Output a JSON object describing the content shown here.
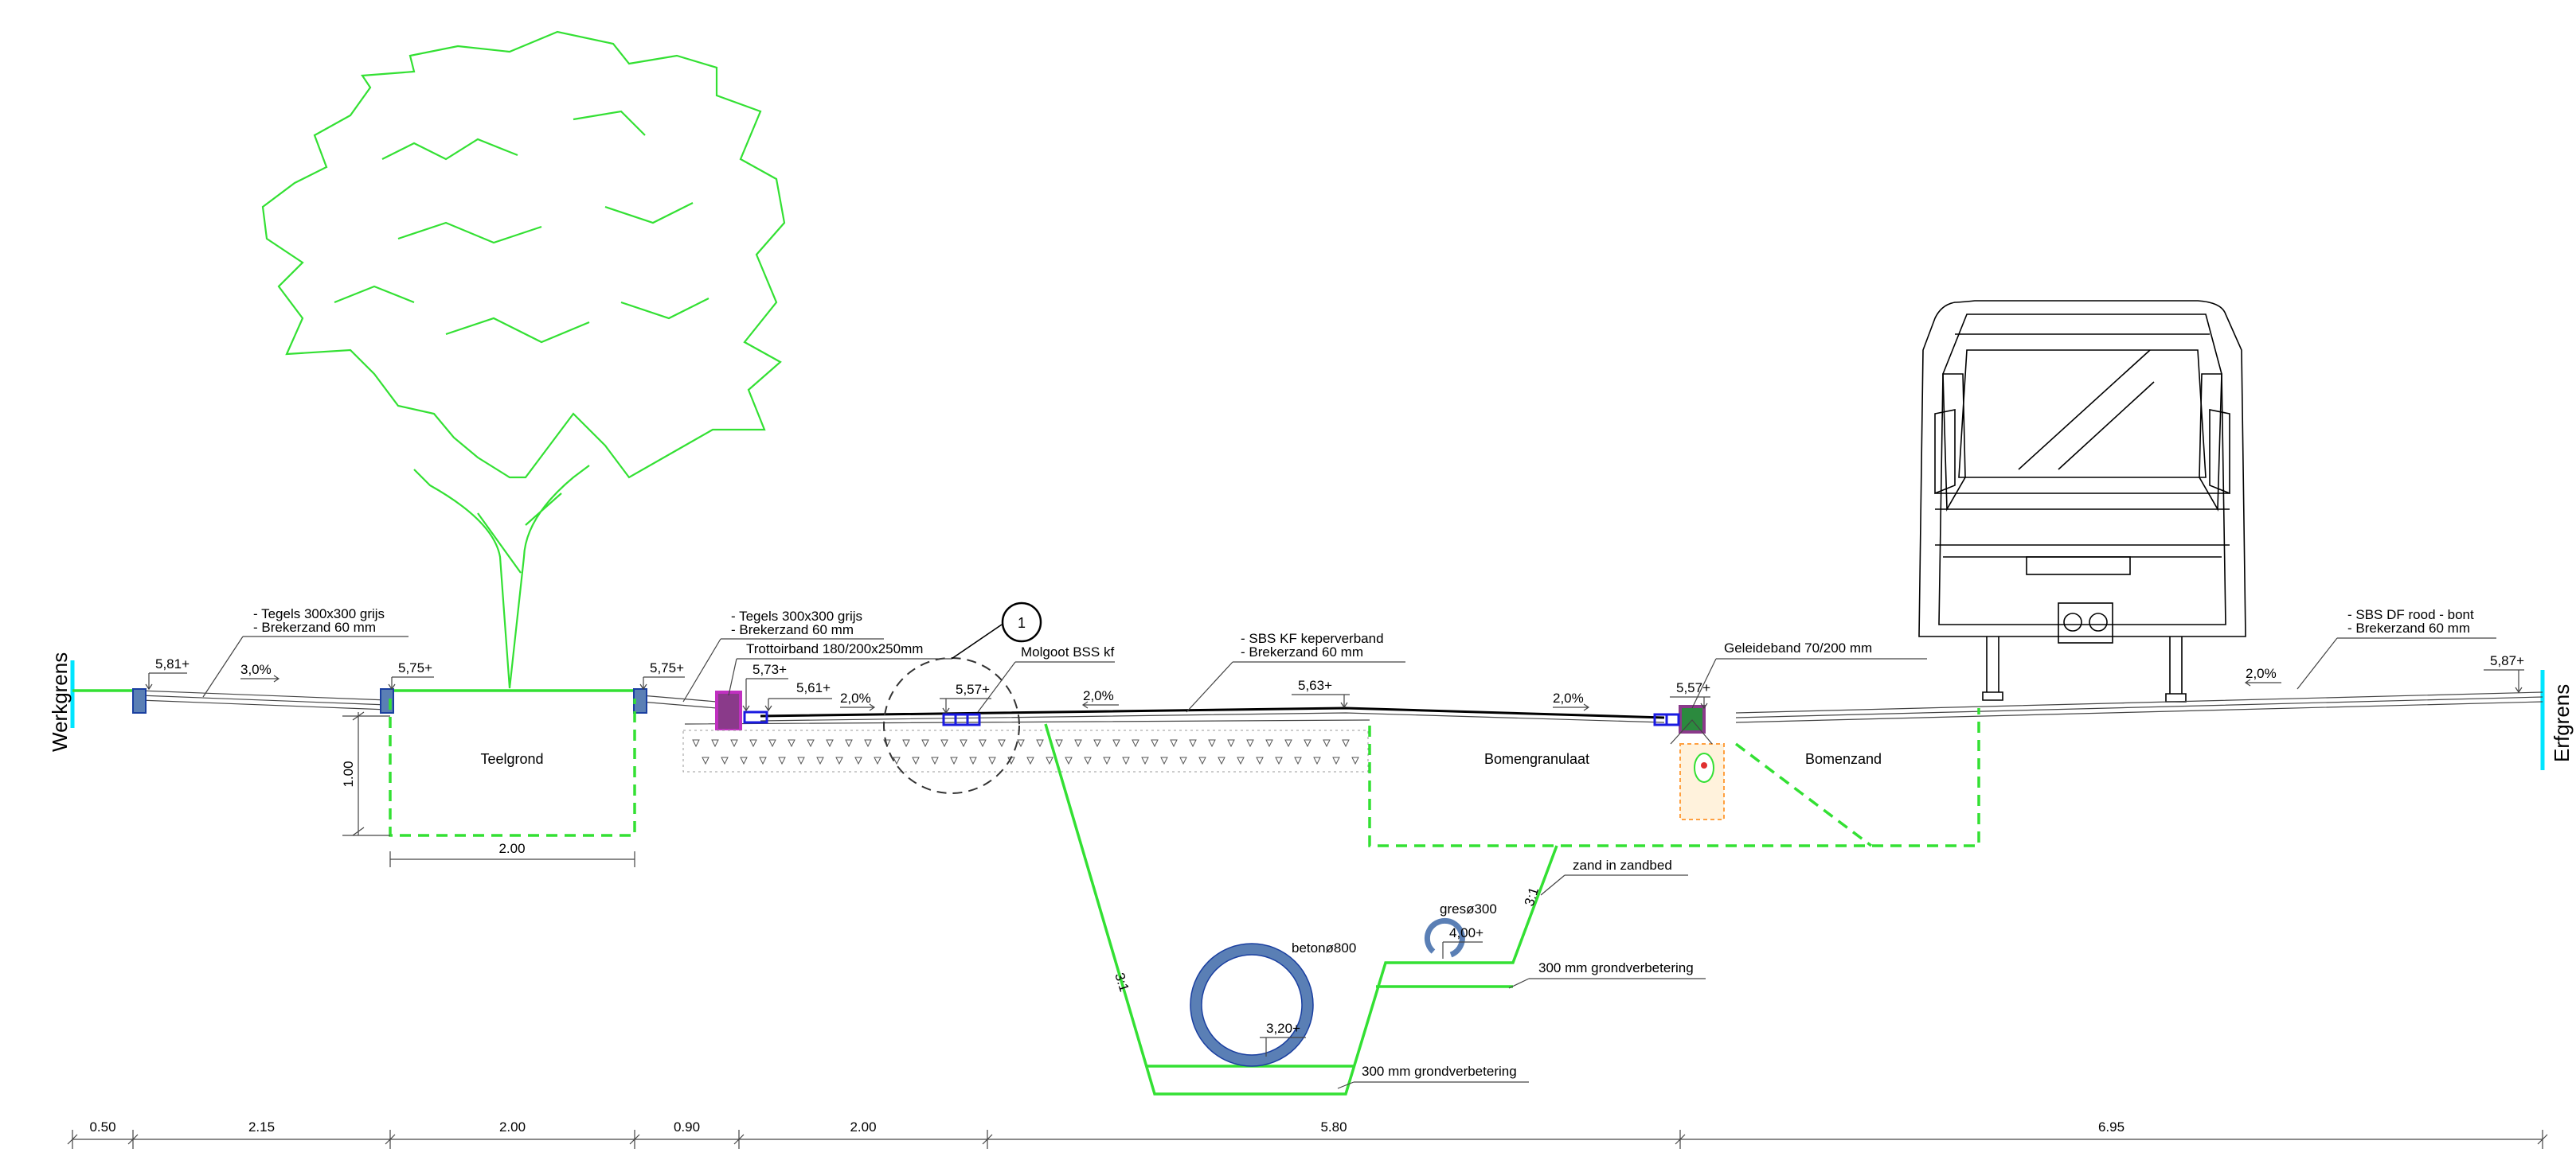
{
  "boundaries": {
    "left": "Werkgrens",
    "right": "Erfgrens"
  },
  "layer_notes": {
    "tiles_left": [
      "- Tegels 300x300 grijs",
      "- Brekerzand 60 mm"
    ],
    "tiles_mid": [
      "- Tegels 300x300 grijs",
      "- Brekerzand 60 mm"
    ],
    "kerb": "Trottoirband 180/200x250mm",
    "gutter": "Molgoot BSS kf",
    "road": [
      "- SBS KF keperverband",
      "- Brekerzand 60 mm"
    ],
    "guide": "Geleideband 70/200 mm",
    "right": [
      "- SBS DF rood - bont",
      "- Brekerzand 60 mm"
    ]
  },
  "detail_marker": "1",
  "zones": {
    "teelgrond": "Teelgrond",
    "bomengranulaat": "Bomengranulaat",
    "bomenzand": "Bomenzand"
  },
  "levels": [
    "5,81+",
    "5,75+",
    "5,75+",
    "5,73+",
    "5,61+",
    "5,57+",
    "5,63+",
    "5,57+",
    "5,87+"
  ],
  "slopes": [
    "3,0%",
    "2,0%",
    "2,0%",
    "2,0%",
    "2,0%"
  ],
  "depth_dim": "1.00",
  "width_dim": "2.00",
  "pipes": {
    "large": {
      "label": "betonø800",
      "level": "3,20+"
    },
    "small": {
      "label": "gresø300",
      "level": "4,00+"
    }
  },
  "trench_notes": {
    "sand": "zand in zandbed",
    "improvement_upper": "300 mm grondverbetering",
    "improvement_lower": "300 mm grondverbetering"
  },
  "trench_slopes": [
    "3:1",
    "3:1"
  ],
  "bottom_dims": [
    "0.50",
    "2.15",
    "2.00",
    "0.90",
    "2.00",
    "5.80",
    "6.95"
  ],
  "colors": {
    "vegetation": "#33e033",
    "boundary": "#00e5ff",
    "kerb": "#c030c0",
    "pipe": "#5a7fb5",
    "gutter": "#1a1ae0"
  },
  "icons": [
    "tree-icon",
    "tram-icon",
    "detail-callout-icon",
    "pipe-icon"
  ]
}
